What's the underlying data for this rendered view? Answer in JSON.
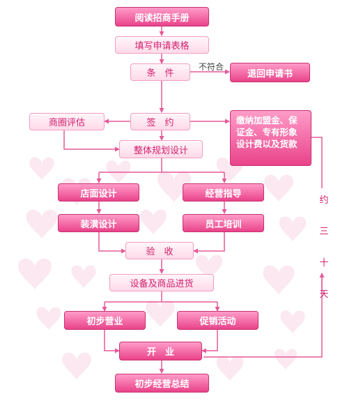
{
  "colors": {
    "accent": "#e9438a",
    "line": "#e65a99",
    "light_border": "#f19ec2",
    "heart": "#fbe4ee"
  },
  "nodes": {
    "read_manual": "阅读招商手册",
    "fill_form": "填写申请表格",
    "conditions": "条　件",
    "return_app": "退回申请书",
    "district_eval": "商圈评估",
    "sign": "签　约",
    "pay_fees": "缴纳加盟金、保证金、专有形象设计费以及货款",
    "overall_plan": "整体规划设计",
    "store_design": "店面设计",
    "business_guide": "经营指导",
    "decoration_design": "装潢设计",
    "staff_training": "员工培训",
    "acceptance": "验　收",
    "goods_purchase": "设备及商品进货",
    "trial_operation": "初步营业",
    "promotion": "促销活动",
    "opening": "开　业",
    "summary": "初步经营总结"
  },
  "labels": {
    "not_qualified": "不符合",
    "within_30_days": [
      "约",
      "三",
      "十",
      "天"
    ]
  }
}
